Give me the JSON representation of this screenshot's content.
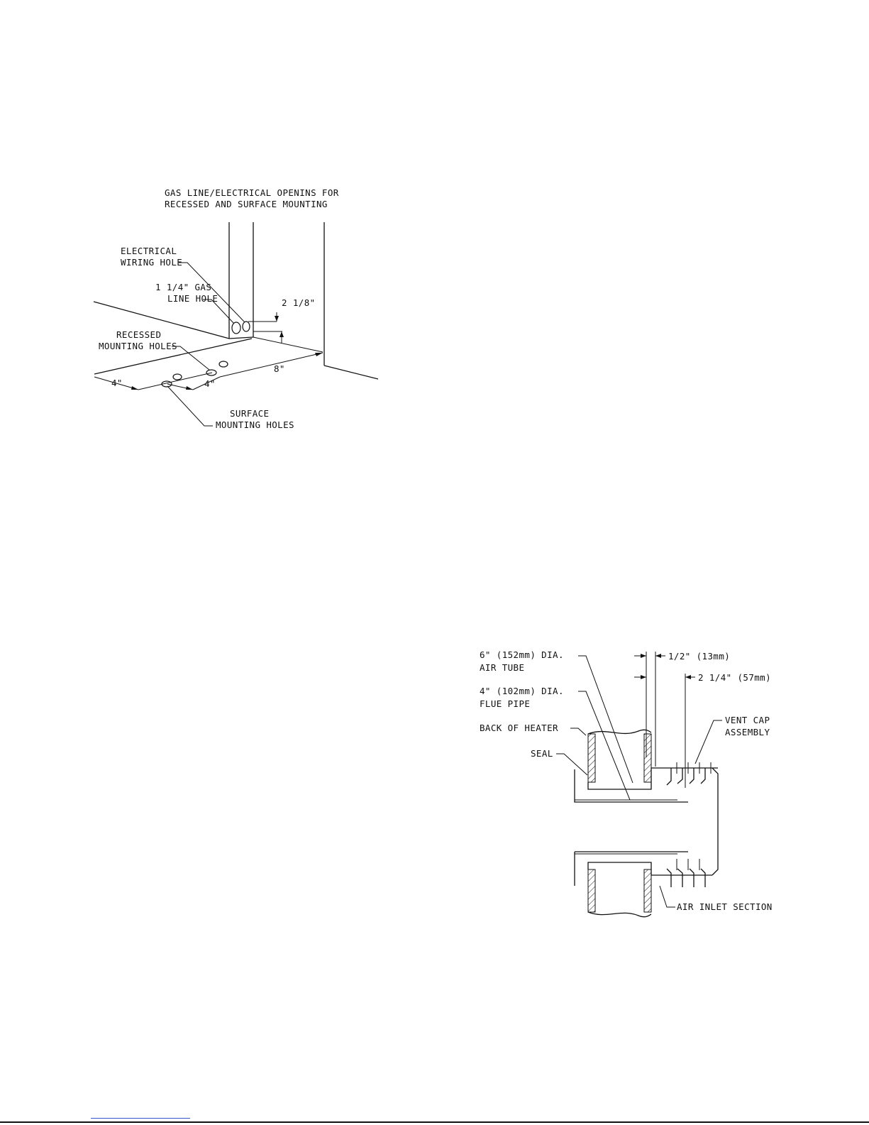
{
  "diagram1": {
    "title_line1": "GAS LINE/ELECTRICAL OPENINS FOR",
    "title_line2": "RECESSED AND SURFACE MOUNTING",
    "electrical_line1": "ELECTRICAL",
    "electrical_line2": "WIRING HOLE",
    "gas_line1": "1 1/4\" GAS",
    "gas_line2": "LINE HOLE",
    "dim_2_1_8": "2 1/8\"",
    "recessed_line1": "RECESSED",
    "recessed_line2": "MOUNTING HOLES",
    "dim_8": "8\"",
    "dim_4_left": "4\"",
    "dim_4_mid": "4\"",
    "surface_line1": "SURFACE",
    "surface_line2": "MOUNTING HOLES"
  },
  "diagram2": {
    "air_tube_line1": "6\" (152mm) DIA.",
    "air_tube_line2": "AIR TUBE",
    "flue_line1": "4\" (102mm) DIA.",
    "flue_line2": "FLUE PIPE",
    "back_of_heater": "BACK OF HEATER",
    "seal": "SEAL",
    "dim_half": "1/2\" (13mm)",
    "dim_2_1_4": "2 1/4\" (57mm)",
    "vent_line1": "VENT CAP",
    "vent_line2": "ASSEMBLY",
    "air_inlet": "AIR INLET SECTION"
  }
}
